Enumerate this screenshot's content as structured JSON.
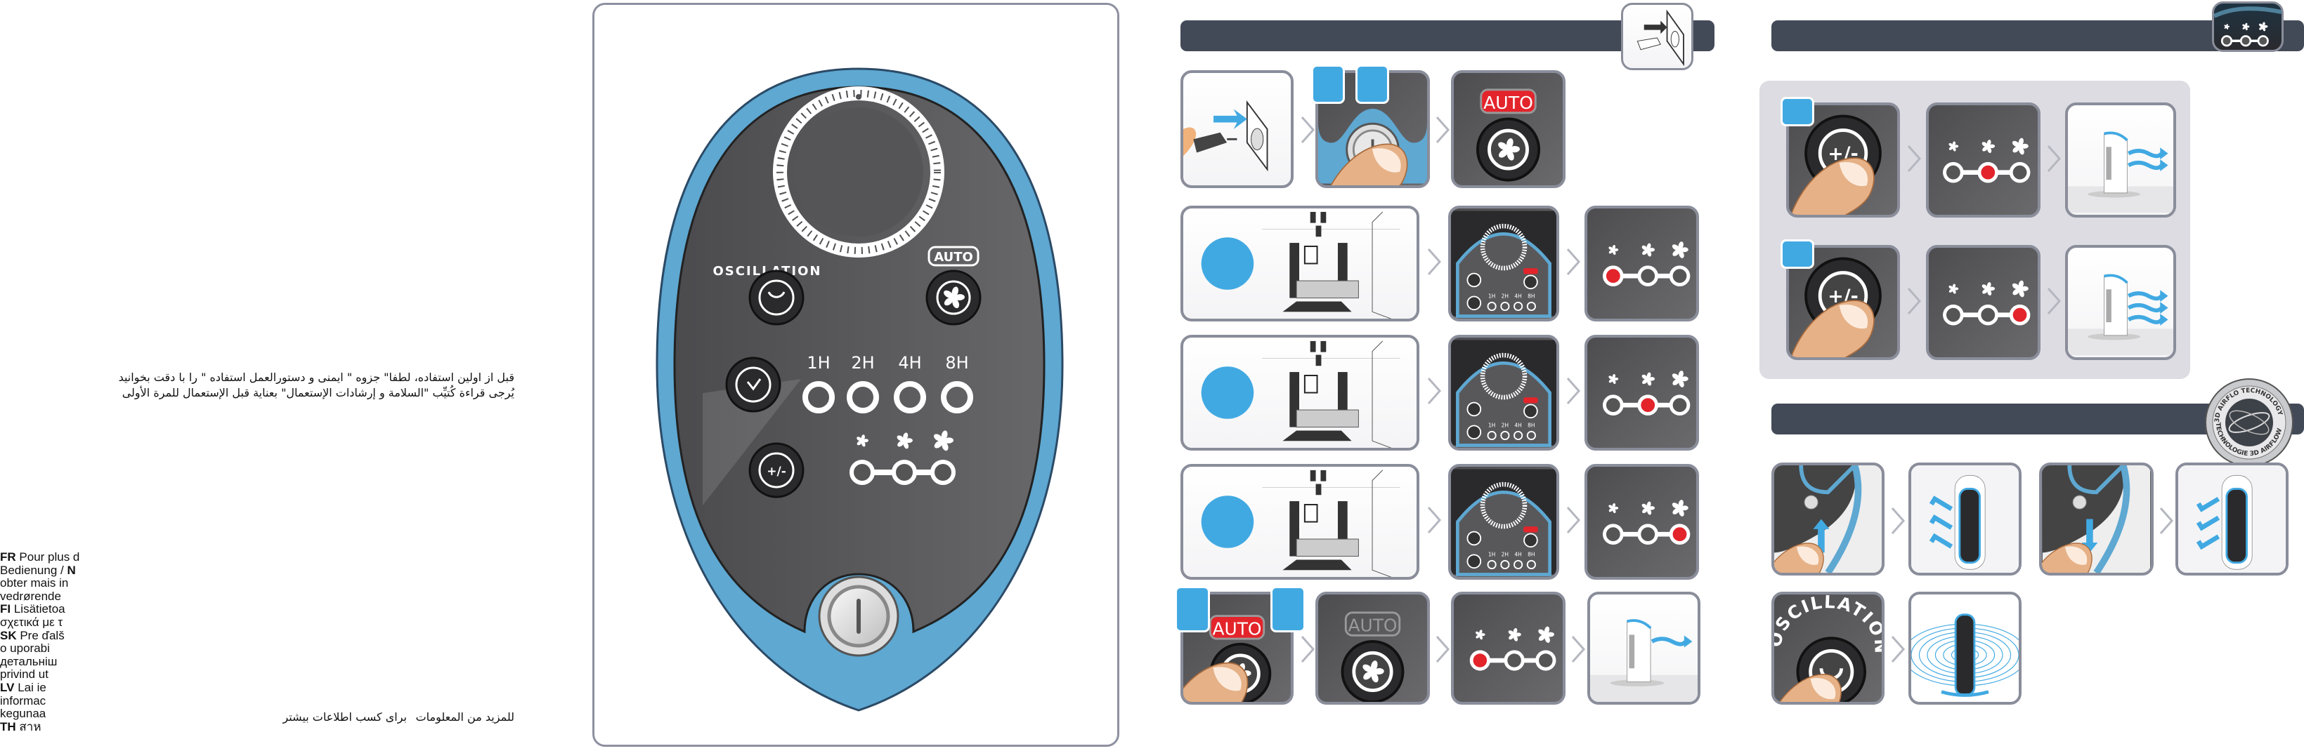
{
  "left": {
    "arabic_lines": [
      "قبل از اولین استفاده، لطفا\" جزوه \" ایمنی و دستورالعمل استفاده \" را با دقت بخوانید",
      "يُرجى قراءة كُتيِّب \"السلامة و إرشادات الإستعمال\" بعناية قبل الإستعمال للمرة الأولى"
    ],
    "language_lines": [
      {
        "b": "FR",
        "t": " Pour plus d",
        "b2": ""
      },
      {
        "b": "",
        "t": "Bedienung / ",
        "b2": "N"
      },
      {
        "b": "",
        "t": "obter mais in",
        "b2": ""
      },
      {
        "b": "",
        "t": "vedrørende",
        "b2": ""
      },
      {
        "b": "FI",
        "t": " Lisätietoa",
        "b2": ""
      },
      {
        "b": "",
        "t": "σχετικά με τ",
        "b2": ""
      },
      {
        "b": "SK",
        "t": " Pre ďalš",
        "b2": ""
      },
      {
        "b": "",
        "t": "o  uporabi",
        "b2": ""
      },
      {
        "b": "",
        "t": "детальніш",
        "b2": ""
      },
      {
        "b": "",
        "t": "privind ut",
        "b2": ""
      },
      {
        "b": "LV",
        "t": " Lai ie",
        "b2": ""
      },
      {
        "b": "",
        "t": "informac",
        "b2": ""
      },
      {
        "b": "",
        "t": "kegunaa",
        "b2": ""
      },
      {
        "b": "TH",
        "t": " สาห",
        "b2": ""
      }
    ],
    "more_info_ar": "للمزيد من المعلومات",
    "more_info_fa": "برای کسب اطلاعات بیشتر"
  },
  "panel": {
    "oscillation_label": "OSCILLATION",
    "auto_label": "AUTO",
    "timers": [
      "1H",
      "2H",
      "4H",
      "8H"
    ],
    "plus_minus_label": "+/-"
  },
  "middle": {
    "auto_label": "AUTO",
    "room_rows_speed_level": [
      1,
      2,
      3
    ],
    "last_row_speed_level": 1
  },
  "right": {
    "speed_rows": [
      2,
      3
    ],
    "badge_top": "3D AIRFLO TECHNOLOGY",
    "badge_bottom": "TECHNOLOGIE 3D AIRFLOW"
  },
  "colors": {
    "accent_blue": "#41a9e2",
    "active_red": "#e3242b",
    "header_bar": "#434a57",
    "cell_border": "#8a8d9a"
  }
}
